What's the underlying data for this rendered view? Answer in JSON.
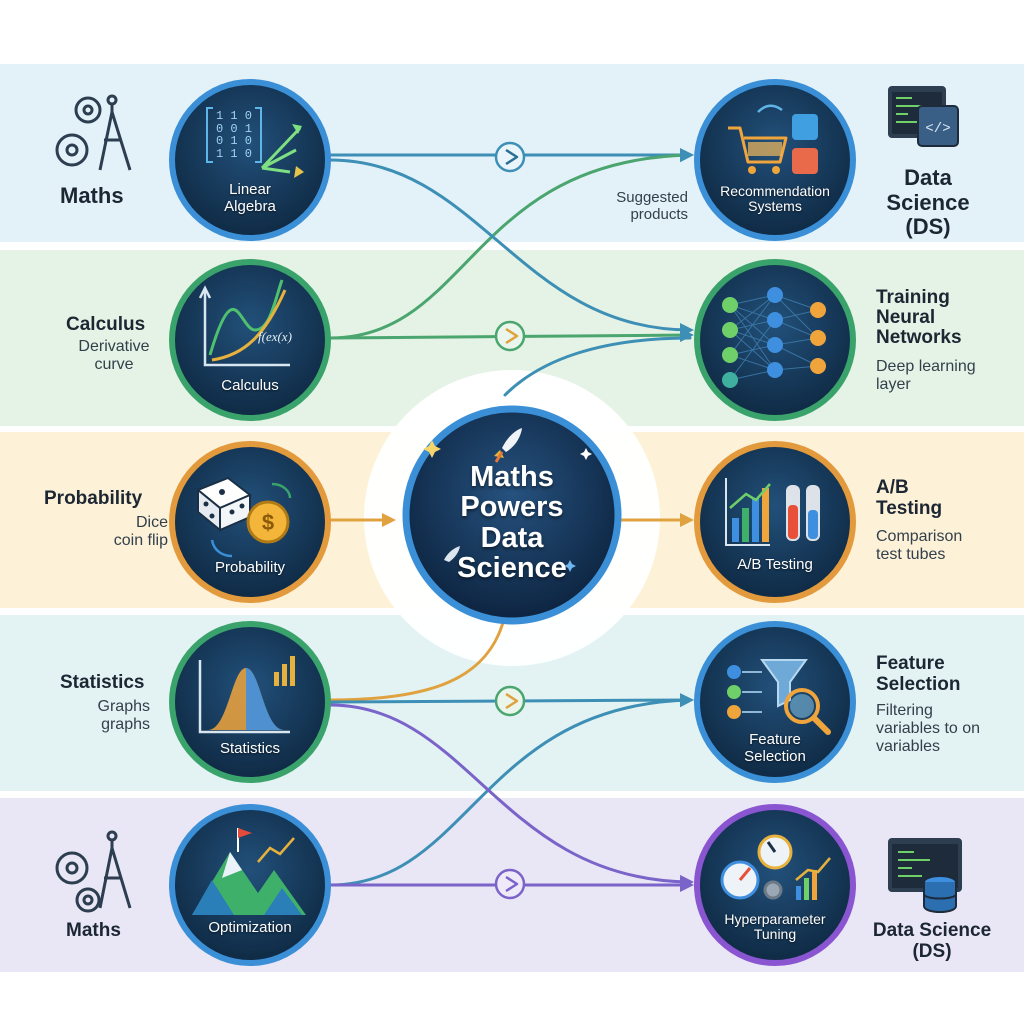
{
  "colors": {
    "band1": "#e3f2f9",
    "band2": "#e5f3e6",
    "band3": "#fdf1d8",
    "band4": "#e3f3f3",
    "band5": "#e9e6f5",
    "node_fill": "#173b5c",
    "blue_ring": "#3a8fd6",
    "green_ring": "#3aa36b",
    "orange_ring": "#e29a3c",
    "purple_ring": "#8a55d0",
    "arrow_blue": "#3d8fb5",
    "arrow_green": "#4aa56e",
    "arrow_orange": "#e0a23f",
    "arrow_purple": "#7a63c9"
  },
  "left": {
    "maths_top": "Maths",
    "calculus_title": "Calculus",
    "calculus_sub": "Derivative\ncurve",
    "probability_title": "Probability",
    "probability_sub": "Dice\ncoin flip",
    "statistics_title": "Statistics",
    "statistics_sub": "Graphs\ngraphs",
    "maths_bottom": "Maths"
  },
  "nodes_left": {
    "linear_algebra": "Linear\nAlgebra",
    "matrix_digits": "1 1 0\n0 0 1\n0 1 0\n1 1 0",
    "calculus": "Calculus",
    "fx": "f(ex(x)",
    "probability": "Probability",
    "statistics": "Statistics",
    "optimization": "Optimization"
  },
  "center": {
    "title": "Maths\nPowers\nData\nScience"
  },
  "nodes_right": {
    "recommendation": "Recommendation\nSystems",
    "neural": "",
    "ab": "A/B Testing",
    "feature": "Feature\nSelection",
    "hyper": "Hyperparameter\nTuning"
  },
  "right": {
    "suggested": "Suggested\nproducts",
    "ds_top": "Data\nScience\n(DS)",
    "neural_title": "Training\nNeural\nNetworks",
    "neural_sub": "Deep learning\nlayer",
    "ab_title": "A/B\nTesting",
    "ab_sub": "Comparison\ntest tubes",
    "feature_title": "Feature\nSelection",
    "feature_sub": "Filtering\nvariables to on\nvariables",
    "ds_bottom": "Data Science\n(DS)"
  },
  "icons": {
    "gears": "gears-compass-icon",
    "code_window": "code-window-icon",
    "play": "play-circle-icon",
    "rocket": "rocket-icon",
    "cart": "shopping-cart-icon",
    "dice": "dice-icon",
    "coin": "coin-icon",
    "mountain": "mountain-flag-icon",
    "funnel": "funnel-magnifier-icon",
    "gauge": "gauge-icon",
    "database": "database-icon"
  }
}
